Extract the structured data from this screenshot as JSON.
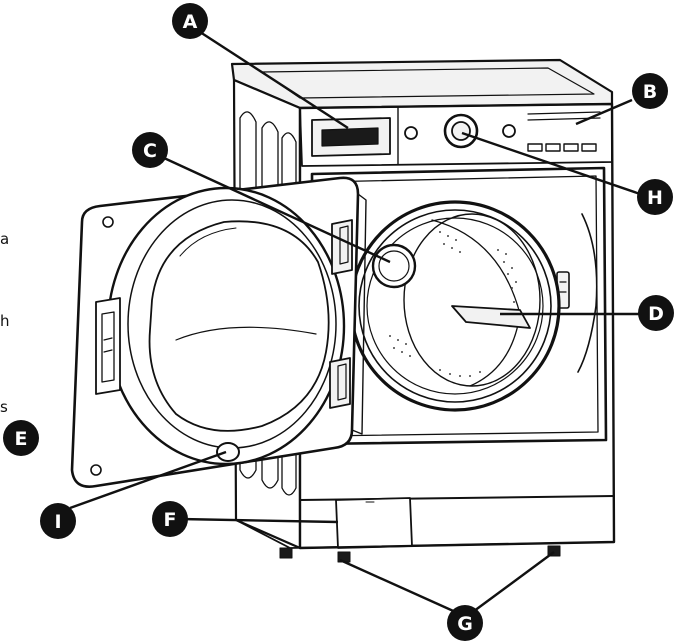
{
  "labels": {
    "A": "A",
    "B": "B",
    "C": "C",
    "D": "D",
    "E": "E",
    "F": "F",
    "G": "G",
    "H": "H",
    "I": "I"
  },
  "edge_text": [
    "a",
    "h",
    "s"
  ],
  "colors": {
    "ink": "#111111",
    "marker_fill": "#111111",
    "marker_text": "#ffffff",
    "background": "#ffffff"
  }
}
